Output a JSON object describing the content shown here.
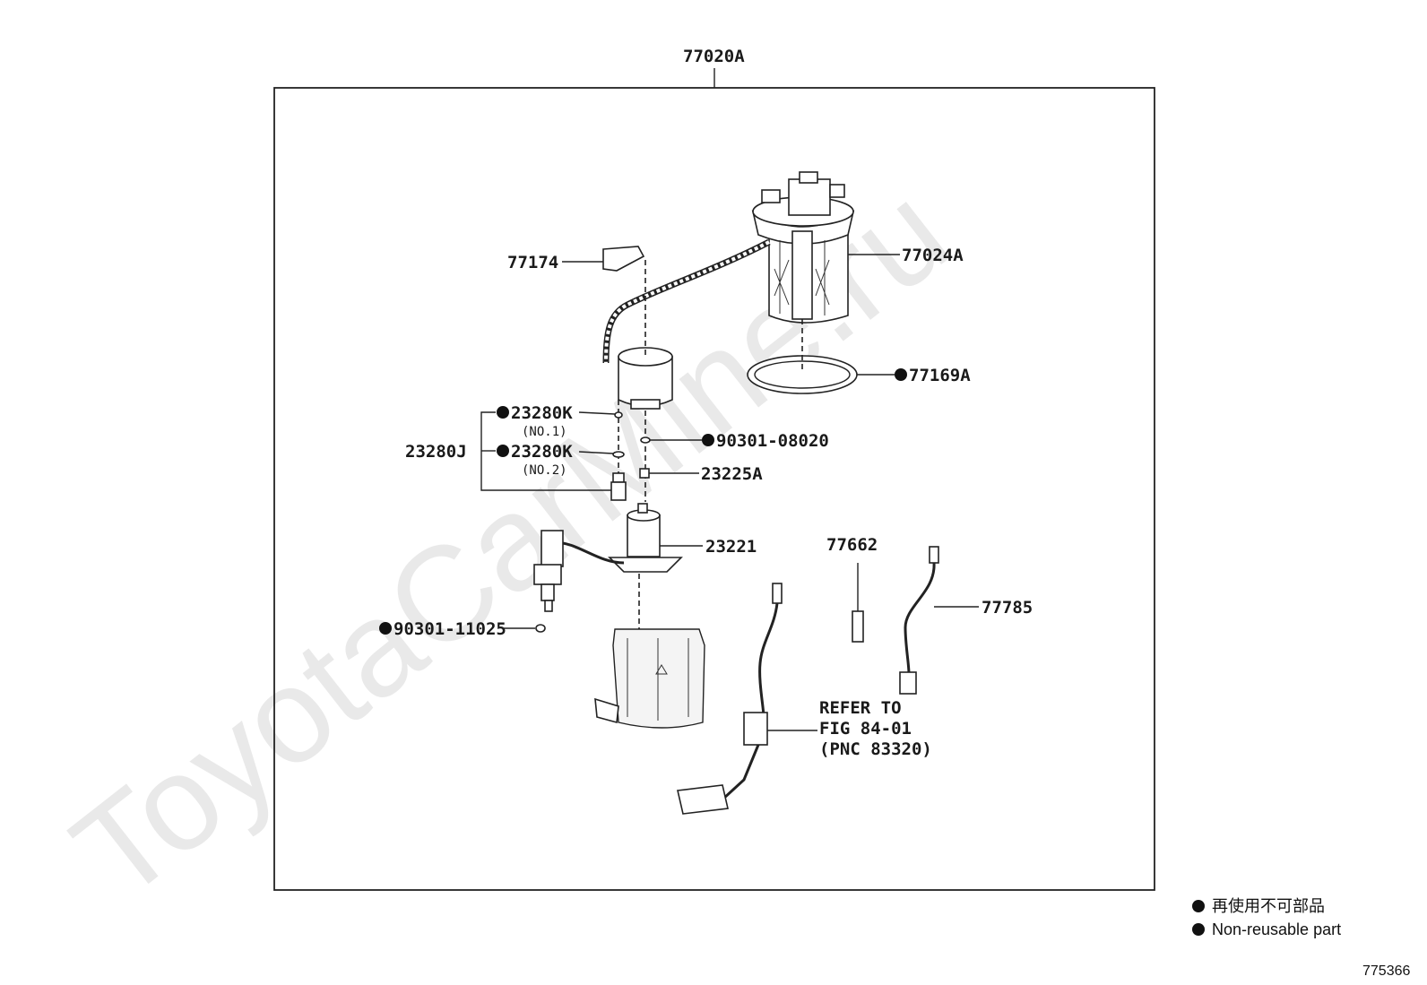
{
  "watermark": "ToyotaCarMine.ru",
  "assembly_label": "77020A",
  "parts": {
    "p77024A": "77024A",
    "p77174": "77174",
    "p77169A": "77169A",
    "p23280K_1": "23280K",
    "p23280K_1_note": "(NO.1)",
    "p23280J": "23280J",
    "p23280K_2": "23280K",
    "p23280K_2_note": "(NO.2)",
    "p90301_08020": "90301-08020",
    "p23225A": "23225A",
    "p23221": "23221",
    "p77662": "77662",
    "p77785": "77785",
    "p90301_11025": "90301-11025"
  },
  "refer": {
    "line1": "REFER TO",
    "line2": "FIG 84-01",
    "line3": "(PNC 83320)"
  },
  "legend": {
    "line1": "再使用不可部品",
    "line2": "Non-reusable part"
  },
  "figure_number": "775366"
}
